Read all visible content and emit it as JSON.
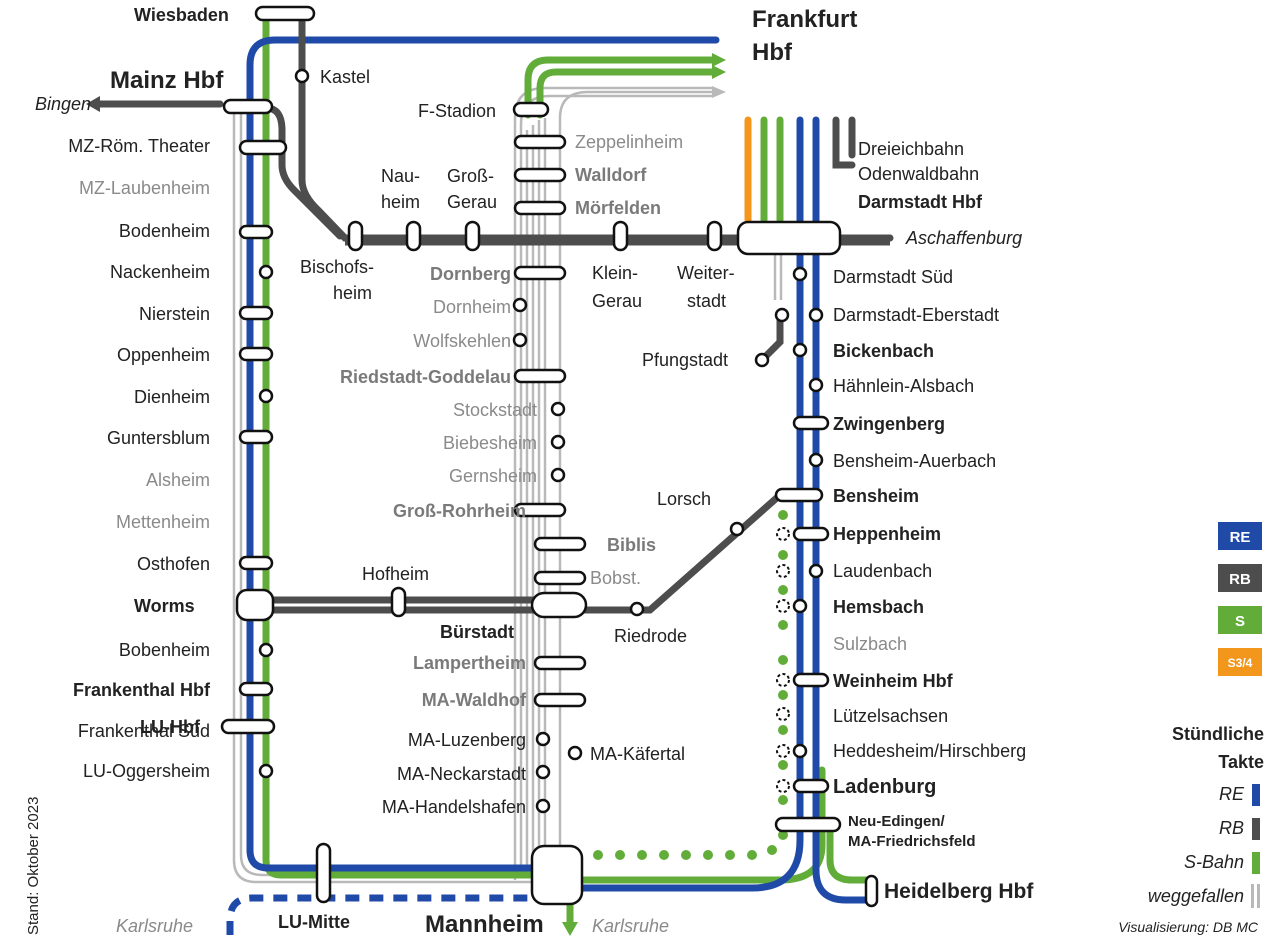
{
  "hubs": {
    "wiesbaden": "Wiesbaden",
    "frankfurt_line1": "Frankfurt",
    "frankfurt_line2": "Hbf",
    "mainz": "Mainz Hbf",
    "darmstadt": "Darmstadt Hbf",
    "worms": "Worms",
    "mannheim": "Mannheim",
    "heidelberg": "Heidelberg Hbf",
    "lu_mitte": "LU-Mitte",
    "lu_hbf": "LU-Hbf",
    "buerstadt": "Bürstadt"
  },
  "destinations": {
    "bingen": "Bingen",
    "aschaffenburg": "Aschaffenburg",
    "karlsruhe_left": "Karlsruhe",
    "karlsruhe_right": "Karlsruhe",
    "dreieichbahn": "Dreieichbahn",
    "odenwaldbahn": "Odenwaldbahn"
  },
  "stations": {
    "kastel": "Kastel",
    "f_stadion": "F-Stadion",
    "zeppelinheim": "Zeppelinheim",
    "walldorf": "Walldorf",
    "moerfelden": "Mörfelden",
    "nauheim_1": "Nau-",
    "nauheim_2": "heim",
    "gross_gerau_1": "Groß-",
    "gross_gerau_2": "Gerau",
    "bischofsheim_1": "Bischofs-",
    "bischofsheim_2": "heim",
    "dornberg": "Dornberg",
    "dornheim": "Dornheim",
    "wolfskehlen": "Wolfskehlen",
    "riedstadt": "Riedstadt-Goddelau",
    "stockstadt": "Stockstadt",
    "biebesheim": "Biebesheim",
    "gernsheim": "Gernsheim",
    "gross_rohrheim": "Groß-Rohrheim",
    "biblis": "Biblis",
    "bobstadt": "Bobst.",
    "hofheim": "Hofheim",
    "lampertheim": "Lampertheim",
    "ma_waldhof": "MA-Waldhof",
    "ma_luzenberg": "MA-Luzenberg",
    "ma_neckarstadt": "MA-Neckarstadt",
    "ma_handelshafen": "MA-Handelshafen",
    "ma_kaefertal": "MA-Käfertal",
    "klein_gerau_1": "Klein-",
    "klein_gerau_2": "Gerau",
    "weiterstadt_1": "Weiter-",
    "weiterstadt_2": "stadt",
    "pfungstadt": "Pfungstadt",
    "lorsch": "Lorsch",
    "riedrode": "Riedrode",
    "mz_roem_theater": "MZ-Röm. Theater",
    "mz_laubenheim": "MZ-Laubenheim",
    "bodenheim": "Bodenheim",
    "nackenheim": "Nackenheim",
    "nierstein": "Nierstein",
    "oppenheim": "Oppenheim",
    "dienheim": "Dienheim",
    "guntersblum": "Guntersblum",
    "alsheim": "Alsheim",
    "mettenheim": "Mettenheim",
    "osthofen": "Osthofen",
    "bobenheim": "Bobenheim",
    "frankenthal_hbf": "Frankenthal Hbf",
    "frankenthal_sued": "Frankenthal Süd",
    "lu_oggersheim": "LU-Oggersheim",
    "darmstadt_sued": "Darmstadt Süd",
    "darmstadt_eberstadt": "Darmstadt-Eberstadt",
    "bickenbach": "Bickenbach",
    "haehnlein": "Hähnlein-Alsbach",
    "zwingenberg": "Zwingenberg",
    "bensheim_auerbach": "Bensheim-Auerbach",
    "bensheim": "Bensheim",
    "heppenheim": "Heppenheim",
    "laudenbach": "Laudenbach",
    "hemsbach": "Hemsbach",
    "sulzbach": "Sulzbach",
    "weinheim": "Weinheim Hbf",
    "luetzelsachsen": "Lützelsachsen",
    "heddesheim": "Heddesheim/Hirschberg",
    "ladenburg": "Ladenburg",
    "neu_edingen_1": "Neu-Edingen/",
    "neu_edingen_2": "MA-Friedrichsfeld"
  },
  "legend": {
    "badge_re": "RE",
    "badge_rb": "RB",
    "badge_s": "S",
    "badge_s34": "S3/4",
    "title_1": "Stündliche",
    "title_2": "Takte",
    "item_re": "RE",
    "item_rb": "RB",
    "item_s": "S-Bahn",
    "item_gone": "weggefallen"
  },
  "footer": {
    "stand": "Stand: Oktober 2023",
    "credit": "Visualisierung: DB MC"
  },
  "colors": {
    "re": "#1f4aa8",
    "rb": "#4d4d4d",
    "s_bahn": "#62ad3a",
    "s34": "#f3961c",
    "weggefallen": "#b9b9b9"
  }
}
